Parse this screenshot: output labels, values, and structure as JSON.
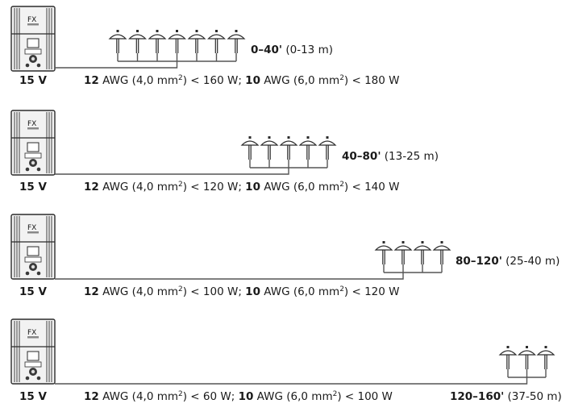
{
  "rows": [
    {
      "voltage": "15 V",
      "fixtures": 7,
      "awg12": "12",
      "awg12_text": " AWG (4,0 mm",
      "sup1": "2",
      "mid_text": ") < 160 W; ",
      "awg10": "10",
      "awg10_text": " AWG (6,0 mm",
      "sup2": "2",
      "end_text": ") < 180 W",
      "range_bold": "0–40'",
      "range_metric": " (0-13 m)"
    },
    {
      "voltage": "15 V",
      "fixtures": 5,
      "awg12": "12",
      "awg12_text": " AWG (4,0 mm",
      "sup1": "2",
      "mid_text": ") < 120 W; ",
      "awg10": "10",
      "awg10_text": " AWG (6,0 mm",
      "sup2": "2",
      "end_text": ") < 140 W",
      "range_bold": "40–80'",
      "range_metric": " (13-25 m)"
    },
    {
      "voltage": "15 V",
      "fixtures": 4,
      "awg12": "12",
      "awg12_text": " AWG (4,0 mm",
      "sup1": "2",
      "mid_text": ") < 100 W; ",
      "awg10": "10",
      "awg10_text": " AWG (6,0 mm",
      "sup2": "2",
      "end_text": ") < 120 W",
      "range_bold": "80–120'",
      "range_metric": " (25-40 m)"
    },
    {
      "voltage": "15 V",
      "fixtures": 3,
      "awg12": "12",
      "awg12_text": " AWG (4,0 mm",
      "sup1": "2",
      "mid_text": ") < 60 W; ",
      "awg10": "10",
      "awg10_text": " AWG (6,0 mm",
      "sup2": "2",
      "end_text": ") < 100 W",
      "range_bold": "120–160'",
      "range_metric": " (37-50 m)"
    }
  ],
  "transformer_logo": "FX"
}
